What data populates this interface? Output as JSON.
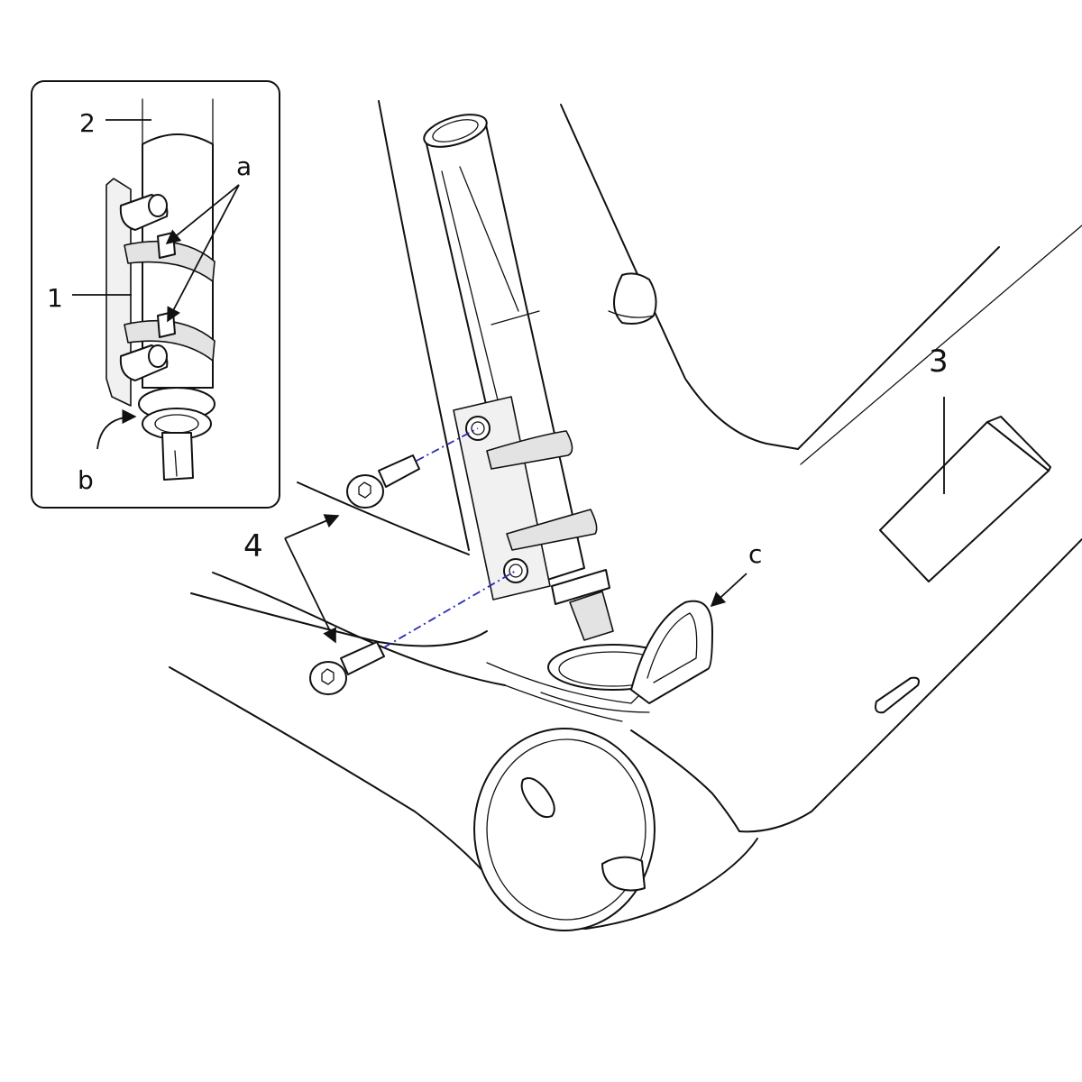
{
  "callouts": {
    "inset_part_1": "1",
    "inset_part_2": "2",
    "part_3": "3",
    "part_4": "4",
    "detail_a": "a",
    "detail_b": "b",
    "detail_c": "c"
  },
  "colors": {
    "line": "#111111",
    "bolt_axis": "#2a2ab8",
    "part_fill_grey": "#e3e3e3",
    "background": "#ffffff"
  },
  "icons": [
    "arrow-icon",
    "hex-socket-bolt-icon"
  ]
}
